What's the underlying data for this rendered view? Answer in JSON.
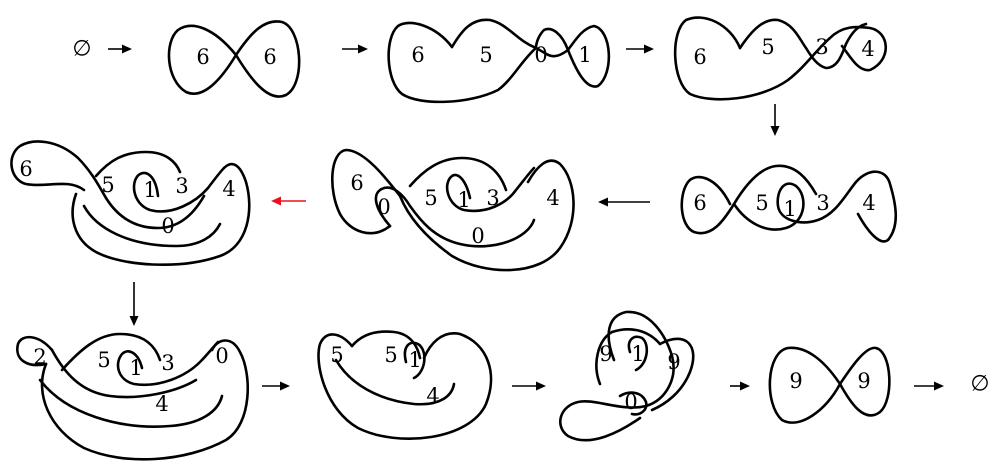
{
  "symbols": {
    "empty_start": "∅",
    "empty_end": "∅"
  },
  "colors": {
    "stroke": "#000000",
    "highlight_arrow": "#e8121c",
    "background": "#ffffff"
  },
  "diagrams": [
    {
      "id": "d1",
      "labels": [
        "6",
        "6"
      ]
    },
    {
      "id": "d2",
      "labels": [
        "6",
        "5",
        "0",
        "1"
      ]
    },
    {
      "id": "d3",
      "labels": [
        "6",
        "5",
        "3",
        "4"
      ]
    },
    {
      "id": "d4",
      "labels": [
        "6",
        "5",
        "1",
        "3",
        "4"
      ]
    },
    {
      "id": "d5",
      "labels": [
        "6",
        "0",
        "5",
        "1",
        "3",
        "4",
        "0"
      ]
    },
    {
      "id": "d6",
      "labels": [
        "6",
        "5",
        "1",
        "3",
        "4",
        "0"
      ]
    },
    {
      "id": "d7",
      "labels": [
        "2",
        "5",
        "1",
        "3",
        "0",
        "4"
      ]
    },
    {
      "id": "d8",
      "labels": [
        "5",
        "5",
        "1",
        "4"
      ]
    },
    {
      "id": "d9",
      "labels": [
        "9",
        "1",
        "9",
        "0"
      ]
    },
    {
      "id": "d10",
      "labels": [
        "9",
        "9"
      ]
    }
  ]
}
